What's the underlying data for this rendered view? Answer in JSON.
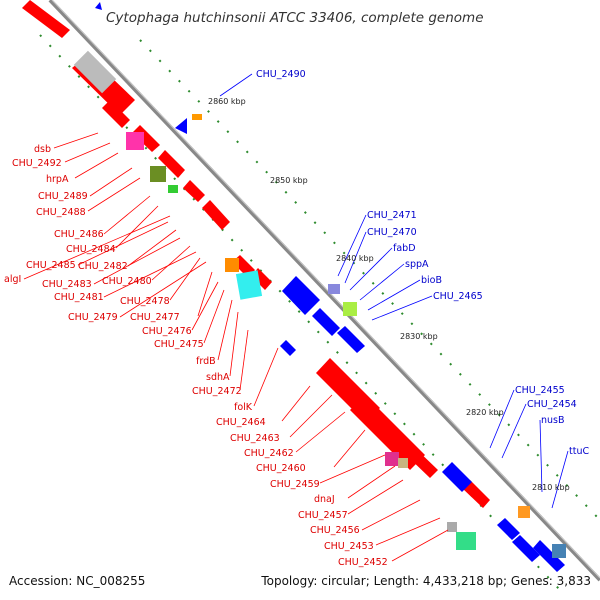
{
  "map": {
    "organism": "Cytophaga hutchinsonii ATCC 33406",
    "title_suffix": ", complete genome",
    "accession_label": "Accession:",
    "accession": "NC_008255",
    "topology_label": "Topology:",
    "topology": "circular",
    "length_label": "Length:",
    "length": "4,433,218 bp",
    "genes_label": "Genes:",
    "genes": "3,833"
  },
  "colors": {
    "reverse_strand": "#ff0000",
    "forward_strand": "#0000ff",
    "backbone": "#888888",
    "tick_major": "#228b22"
  },
  "ticks": [
    "2860 kbp",
    "2850 kbp",
    "2840 kbp",
    "2830 kbp",
    "2820 kbp",
    "2810 kbp"
  ],
  "red_labels": [
    "dsb",
    "CHU_2492",
    "hrpA",
    "CHU_2489",
    "CHU_2488",
    "CHU_2486",
    "CHU_2484",
    "algI",
    "CHU_2485",
    "CHU_2482",
    "CHU_2483",
    "CHU_2480",
    "CHU_2481",
    "CHU_2478",
    "CHU_2479",
    "CHU_2477",
    "CHU_2476",
    "CHU_2475",
    "frdB",
    "sdhA",
    "CHU_2472",
    "folK",
    "CHU_2464",
    "CHU_2463",
    "CHU_2462",
    "CHU_2460",
    "CHU_2459",
    "dnaJ",
    "CHU_2457",
    "CHU_2456",
    "CHU_2453",
    "CHU_2452"
  ],
  "blue_labels": [
    "CHU_2490",
    "CHU_2471",
    "CHU_2470",
    "fabD",
    "sppA",
    "bioB",
    "CHU_2465",
    "CHU_2455",
    "CHU_2454",
    "nusB",
    "ttuC"
  ]
}
